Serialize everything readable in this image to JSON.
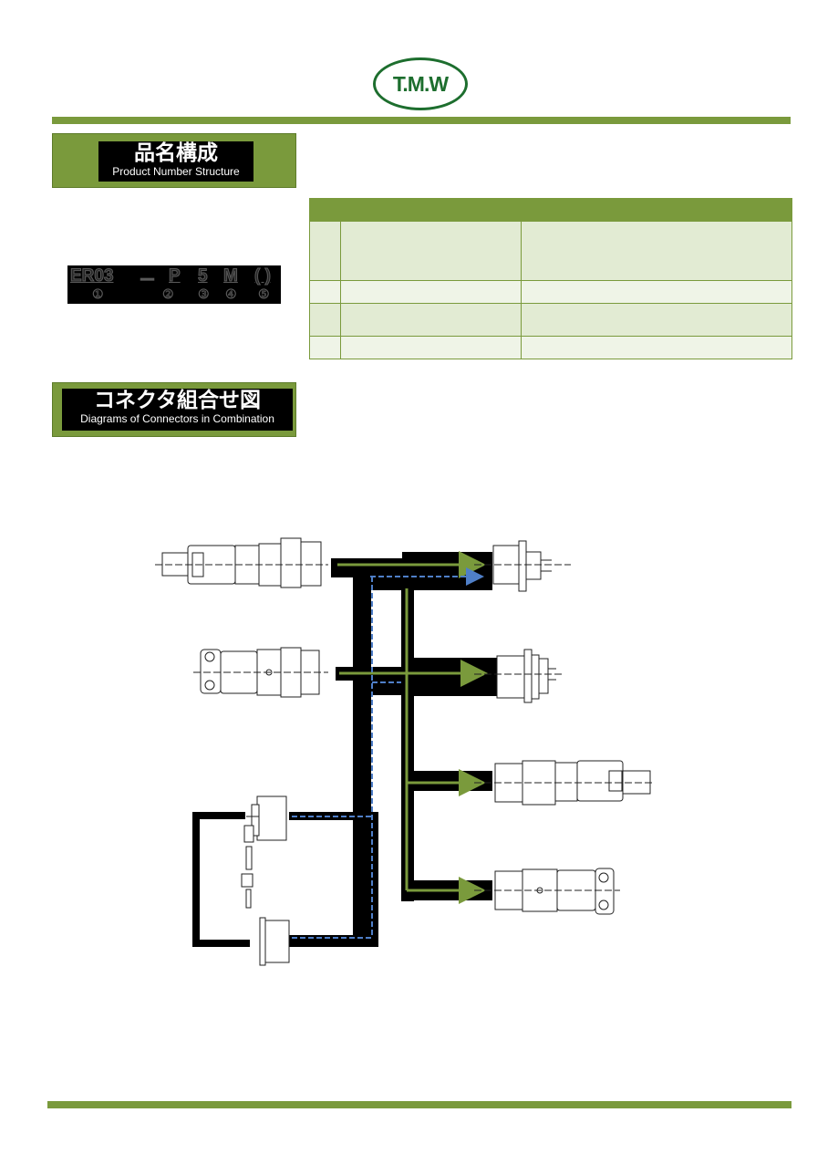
{
  "header": {
    "logo_text": "T.M.W",
    "brand_color": "#1d6e2e",
    "accent_color": "#7a9a3c"
  },
  "section1": {
    "title_jp": "品名構成",
    "title_en": "Product Number Structure"
  },
  "part_number": {
    "codes": [
      "ER03",
      "－",
      "P",
      "5",
      "M",
      "(  )"
    ],
    "markers": [
      "①",
      "②",
      "③",
      "④",
      "⑤"
    ]
  },
  "spec_table": {
    "rows": [
      {
        "no": "",
        "item": "",
        "desc": ""
      },
      {
        "no": "",
        "item": "",
        "desc": ""
      },
      {
        "no": "",
        "item": "",
        "desc": ""
      },
      {
        "no": "",
        "item": "",
        "desc": ""
      },
      {
        "no": "",
        "item": "",
        "desc": ""
      }
    ]
  },
  "section2": {
    "title_jp": "コネクタ組合せ図",
    "title_en": "Diagrams of Connectors in Combination"
  },
  "diagram": {
    "line_colors": {
      "main": "#000000",
      "arrow": "#7a9a3c",
      "dashed": "#4f7fc8"
    }
  }
}
